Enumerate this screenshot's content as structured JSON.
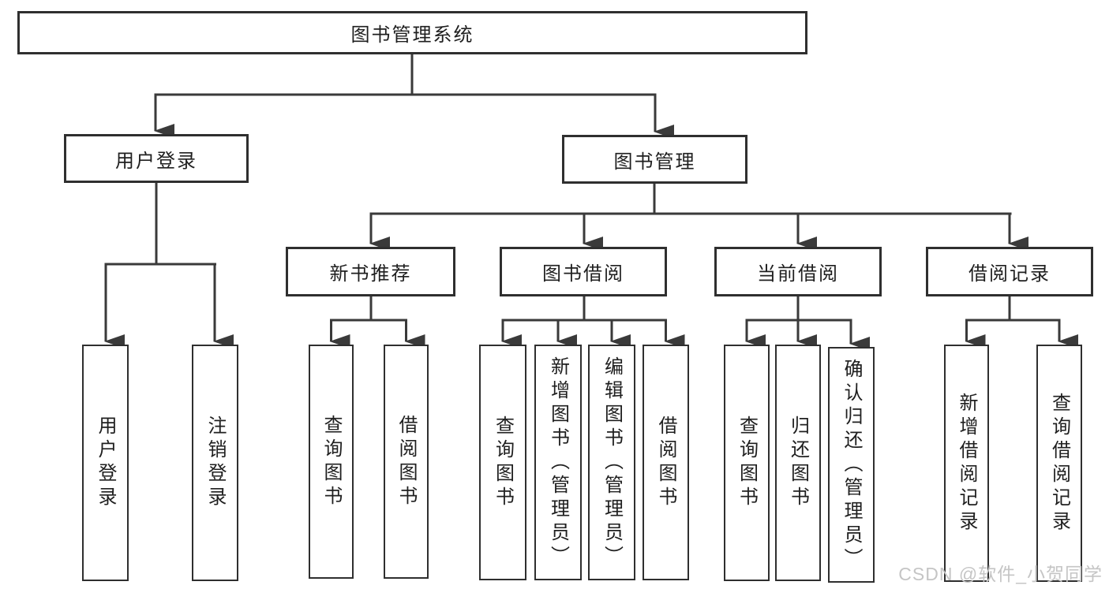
{
  "nodes": {
    "root": "图书管理系统",
    "user_login": "用户登录",
    "book_management": "图书管理",
    "new_book_recommend": "新书推荐",
    "book_borrowing": "图书借阅",
    "current_borrowing": "当前借阅",
    "borrowing_records": "借阅记录",
    "ul_user_login": "用户登录",
    "ul_logout": "注销登录",
    "nbr_query_books": "查询图书",
    "nbr_borrow_books": "借阅图书",
    "bb_query_books": "查询图书",
    "bb_add_books": "新增图书（管理员）",
    "bb_edit_books": "编辑图书（管理员）",
    "bb_borrow_books": "借阅图书",
    "cb_query_books": "查询图书",
    "cb_return_books": "归还图书",
    "cb_confirm_return": "确认归还（管理员）",
    "br_add_record": "新增借阅记录",
    "br_query_record": "查询借阅记录"
  },
  "watermark": "CSDN @软件_小贺同学",
  "colors": {
    "line": "#3a3a3a",
    "border": "#2f2f2f",
    "text": "#1f1f1f",
    "background": "#ffffff",
    "watermark": "#c5c5c5"
  }
}
